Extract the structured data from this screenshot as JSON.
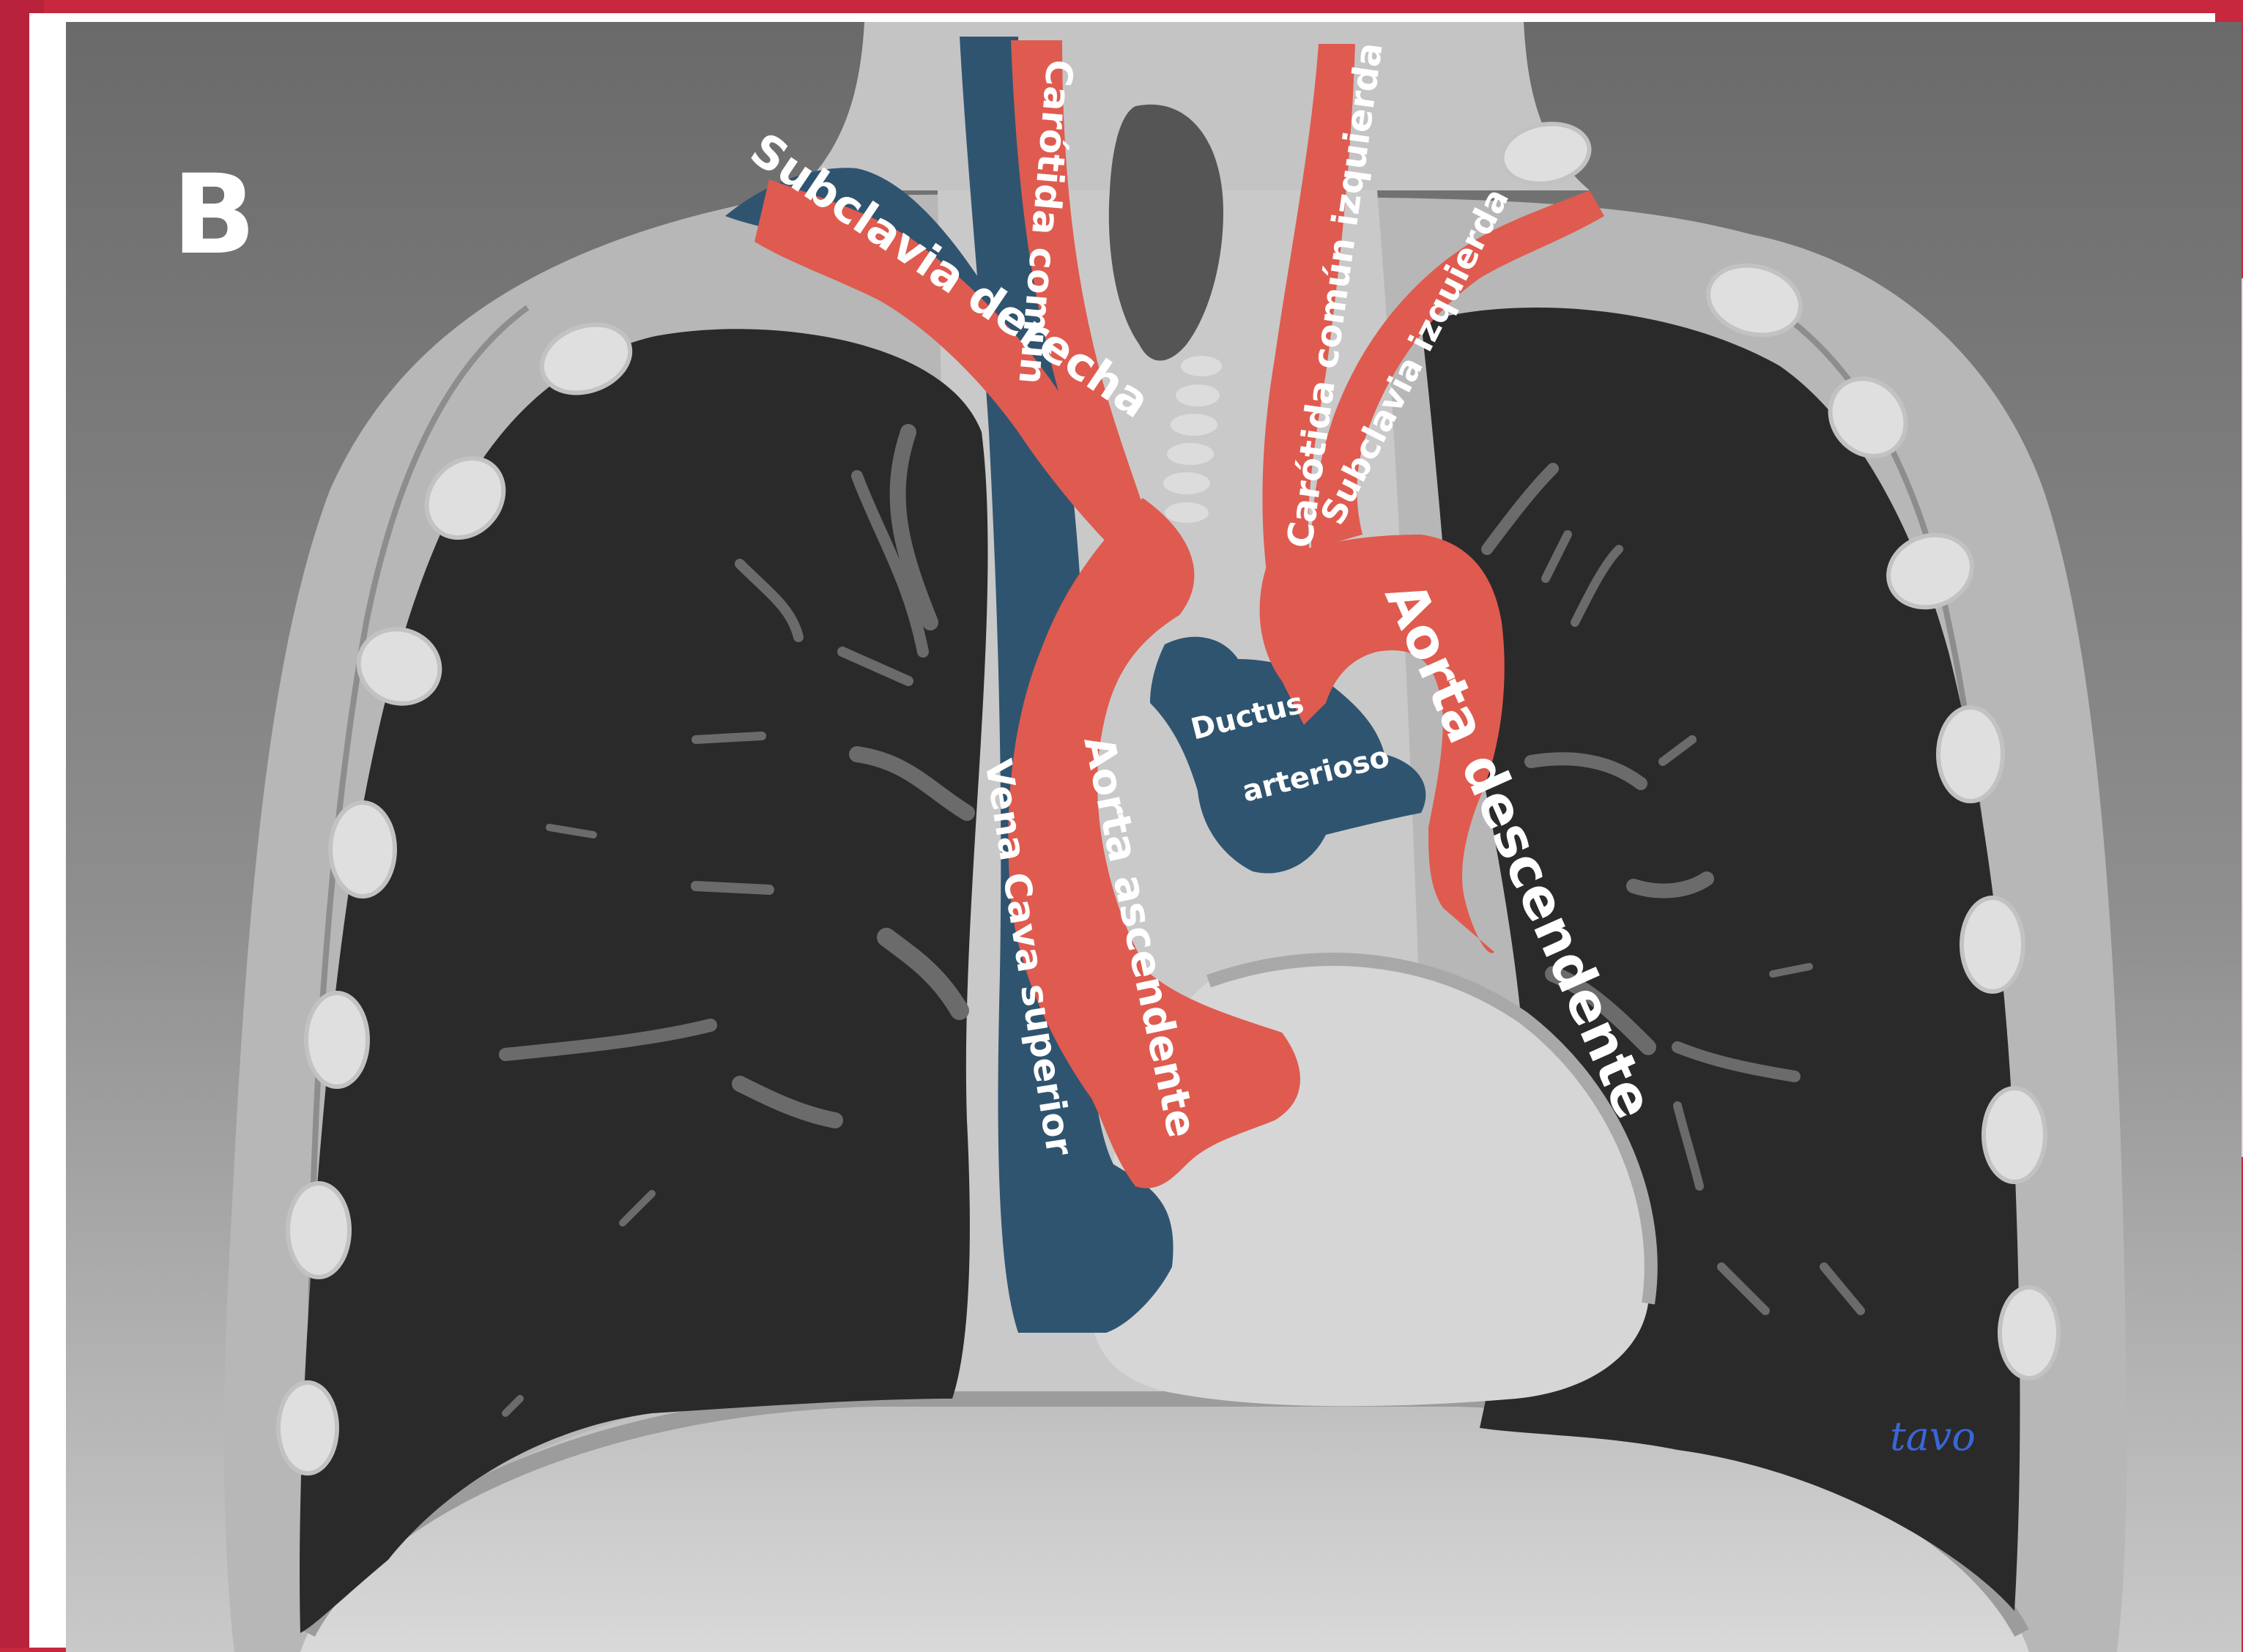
{
  "panel_label": "B",
  "signature": "tavo",
  "labels": {
    "subclavia_derecha": "Subclavia derecha",
    "carotida_comun": "Carótida común",
    "carotida_comun_izquierda": "Carótida común izquierda",
    "subclavia_izquierda": "Subclavia izquierda",
    "aorta_descendente": "Aorta descendente",
    "ductus_line1": "Ductus",
    "ductus_line2": "arterioso",
    "aorta_ascendente": "Aorta ascendente",
    "vena_cava_superior": "Vena Cava superior"
  },
  "colors": {
    "artery": "#df5b4f",
    "vein": "#2f5470",
    "lung": "#2a2a2b",
    "tissue": "#b9b9b9",
    "heart": "#d4d4d4",
    "background_frame": "#c7283d",
    "signature": "#3a66d6"
  }
}
